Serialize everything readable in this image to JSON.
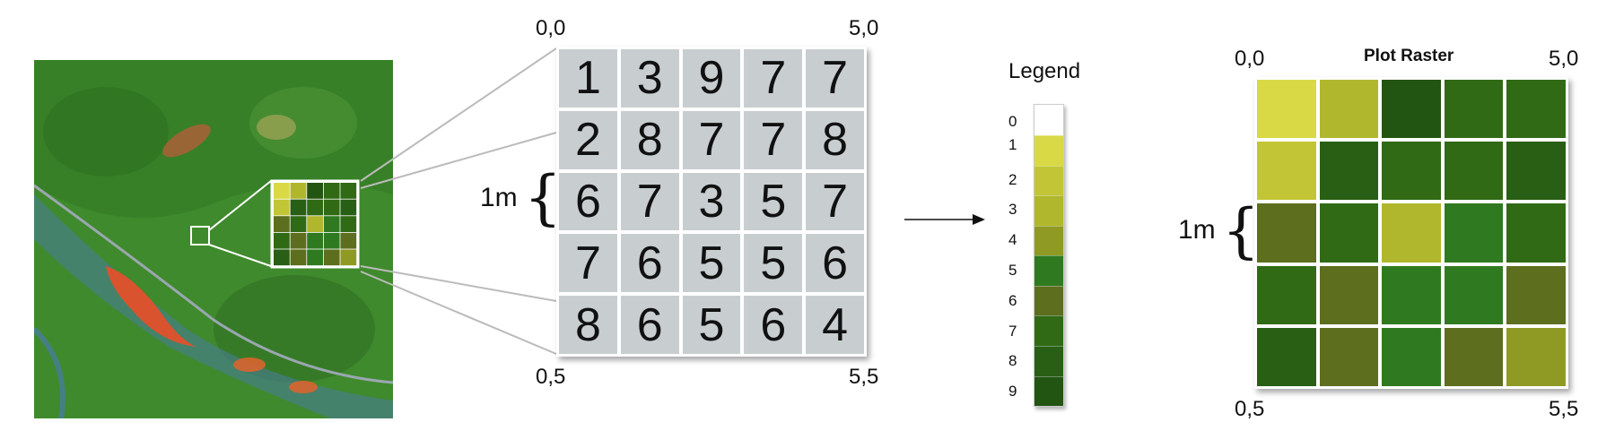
{
  "numeric_raster": {
    "corner_top_left": "0,0",
    "corner_top_right": "5,0",
    "corner_bottom_left": "0,5",
    "corner_bottom_right": "5,5",
    "scale_label": "1m",
    "values": [
      [
        1,
        3,
        9,
        7,
        7
      ],
      [
        2,
        8,
        7,
        7,
        8
      ],
      [
        6,
        7,
        3,
        5,
        7
      ],
      [
        7,
        6,
        5,
        5,
        6
      ],
      [
        8,
        6,
        5,
        6,
        4
      ]
    ]
  },
  "legend": {
    "title": "Legend",
    "labels": [
      "0",
      "1",
      "2",
      "3",
      "4",
      "5",
      "6",
      "7",
      "8",
      "9"
    ],
    "colors": [
      "#ffffff",
      "#d8d945",
      "#c2c636",
      "#b0b72c",
      "#8f9a25",
      "#2f7a20",
      "#5d6e1e",
      "#306a15",
      "#285f14",
      "#225512"
    ]
  },
  "plot_raster": {
    "title": "Plot Raster",
    "corner_top_left": "0,0",
    "corner_top_right": "5,0",
    "corner_bottom_left": "0,5",
    "corner_bottom_right": "5,5",
    "scale_label": "1m"
  },
  "colors": {
    "grid_cell": "#c8cdd0",
    "connector_line": "#bbbbbb"
  }
}
